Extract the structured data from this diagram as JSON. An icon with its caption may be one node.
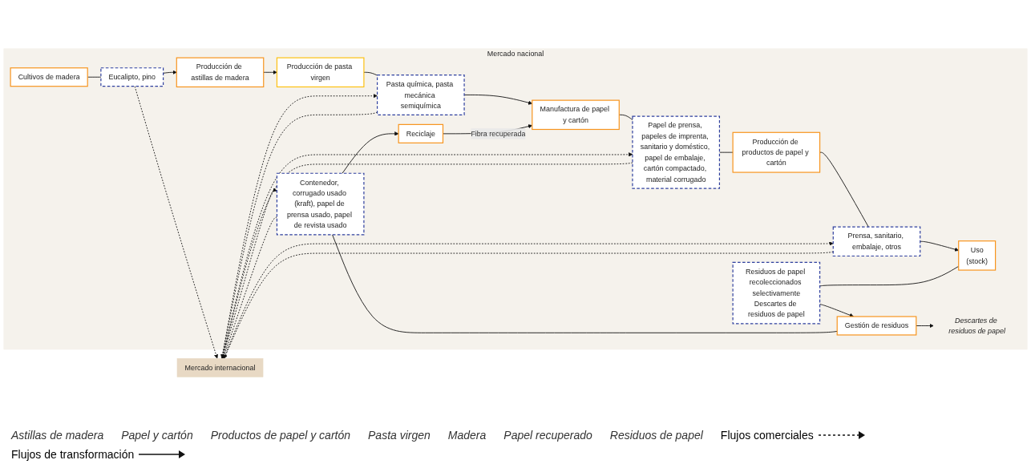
{
  "diagram": {
    "nodes": [
      {
        "text": [
          "Mercado internacional"
        ]
      },
      {
        "text": [
          "Mercado nacional"
        ]
      },
      {
        "text": [
          "Producción de astillas de madera"
        ],
        "in": 1
      },
      {
        "text": [
          "Producción de pasta virgen"
        ],
        "in": 1
      },
      {
        "text": [
          "Pasta química, pasta mecánica semiquímica"
        ],
        "in": 1
      },
      {
        "text": [
          "Manufactura de papel y cartón"
        ],
        "in": 1
      },
      {
        "text": [
          "Papel de prensa, papeles de imprenta, sanitario y doméstico, papel de embalaje, cartón compactado, material corrugado"
        ],
        "in": 1
      },
      {
        "text": [
          "Producción de productos de papel y cartón"
        ],
        "in": 1
      },
      {
        "text": [
          "Prensa, sanitario, embalaje, otros"
        ],
        "in": 1
      },
      {
        "text": [
          "Eucalipto, pino"
        ],
        "in": 1
      },
      {
        "text": [
          "Uso",
          "(stock)"
        ],
        "in": 1
      },
      {
        "text": [
          "Cultivos de madera"
        ],
        "in": 1
      },
      {
        "text": [
          "Reciclaje"
        ],
        "in": 1
      },
      {
        "text": [
          "Contenedor, corrugado usado (kraft), papel de prensa usado, papel de revista usado"
        ],
        "in": 1
      },
      {
        "text": [
          "Gestión de residuos"
        ],
        "in": 1
      },
      {
        "text": [
          "Residuos de papel recoleccionados selectivamente",
          "Descartes de residuos de papel"
        ],
        "in": 1
      },
      {
        "text": [
          "Descartes de residuos de papel"
        ],
        "in": 1
      }
    ],
    "edges": [
      {
        "from": 11,
        "to": 9,
        "arrow": "none"
      },
      {
        "from": 9,
        "to": 2,
        "arrow": "to"
      },
      {
        "from": 2,
        "to": 3,
        "arrow": "to"
      },
      {
        "from": 3,
        "to": 4,
        "arrow": "none"
      },
      {
        "from": 4,
        "to": 5,
        "arrow": "to"
      },
      {
        "from": 5,
        "to": 6,
        "arrow": "none"
      },
      {
        "from": 6,
        "to": 7,
        "arrow": "none"
      },
      {
        "from": 7,
        "to": 8,
        "arrow": "none"
      },
      {
        "from": 8,
        "to": 10,
        "arrow": "to"
      },
      {
        "from": 10,
        "to": 15,
        "arrow": "none"
      },
      {
        "from": 15,
        "to": 14,
        "arrow": "to"
      },
      {
        "from": 14,
        "to": 13,
        "arrow": "none"
      },
      {
        "from": 13,
        "to": 12,
        "arrow": "to"
      },
      {
        "from": 12,
        "to": 5,
        "arrow": "to",
        "label": "Fibra recuperada"
      },
      {
        "from": 14,
        "to": 16,
        "arrow": "to"
      },
      {
        "from": 9,
        "to": 0,
        "arrow": "to",
        "style": "dashed"
      },
      {
        "from": 4,
        "to": 0,
        "arrow": "to",
        "style": "dashed"
      },
      {
        "from": 0,
        "to": 4,
        "arrow": "to",
        "style": "dashed"
      },
      {
        "from": 13,
        "to": 0,
        "arrow": "to",
        "style": "dashed"
      },
      {
        "from": 0,
        "to": 13,
        "arrow": "to",
        "style": "dashed"
      },
      {
        "from": 6,
        "to": 0,
        "arrow": "to",
        "style": "dashed"
      },
      {
        "from": 0,
        "to": 6,
        "arrow": "to",
        "style": "dashed"
      },
      {
        "from": 8,
        "to": 0,
        "arrow": "to",
        "style": "dashed"
      },
      {
        "from": 0,
        "to": 8,
        "arrow": "to",
        "style": "dashed"
      }
    ],
    "labels": [
      "Astillas de madera",
      "Papel y cartón",
      "Productos de papel y cartón",
      "Pasta virgen",
      "Madera",
      "Papel recuperado",
      "Residuos de papel"
    ],
    "legend": [
      {
        "text": "Flujos comerciales"
      },
      {
        "text": "Flujos de transformación"
      }
    ]
  }
}
